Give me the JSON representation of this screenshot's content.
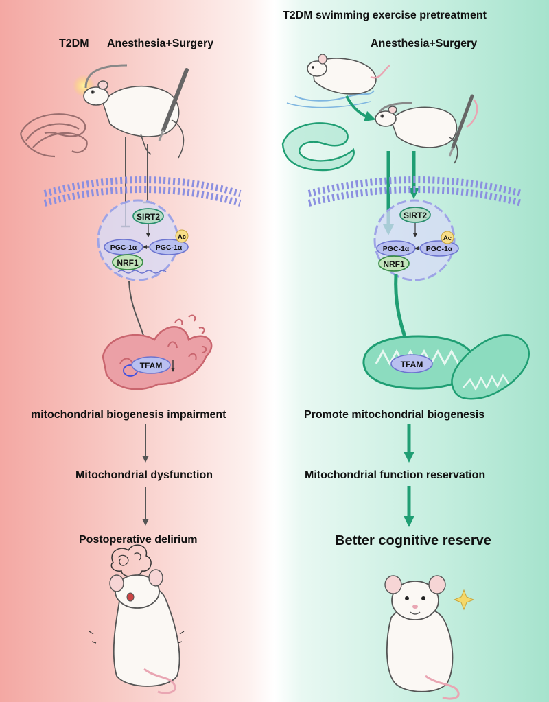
{
  "left": {
    "condition_label": "T2DM",
    "procedure_label": "Anesthesia+Surgery",
    "molecules": {
      "sirt2": "SIRT2",
      "pgc1a": "PGC-1α",
      "pgc1a_acetyl": "PGC-1α",
      "acetyl": "Ac",
      "nrf1": "NRF1",
      "tfam": "TFAM"
    },
    "outcome_1": "mitochondrial biogenesis impairment",
    "outcome_2": "Mitochondrial dysfunction",
    "outcome_3": "Postoperative delirium"
  },
  "right": {
    "title": "T2DM swimming exercise pretreatment",
    "procedure_label": "Anesthesia+Surgery",
    "molecules": {
      "sirt2": "SIRT2",
      "pgc1a": "PGC-1α",
      "pgc1a_acetyl": "PGC-1α",
      "acetyl": "Ac",
      "nrf1": "NRF1",
      "tfam": "TFAM"
    },
    "outcome_1": "Promote mitochondrial biogenesis",
    "outcome_2": "Mitochondrial function reservation",
    "outcome_3": "Better cognitive reserve"
  },
  "colors": {
    "left_background": "#f4a8a3",
    "right_background": "#a6e3cd",
    "left_arrow": "#555555",
    "right_arrow": "#1f9e73",
    "left_mitochondrion": "#e88c92",
    "right_mitochondrion": "#6fcfae",
    "nucleus": "#c9cdf3"
  }
}
